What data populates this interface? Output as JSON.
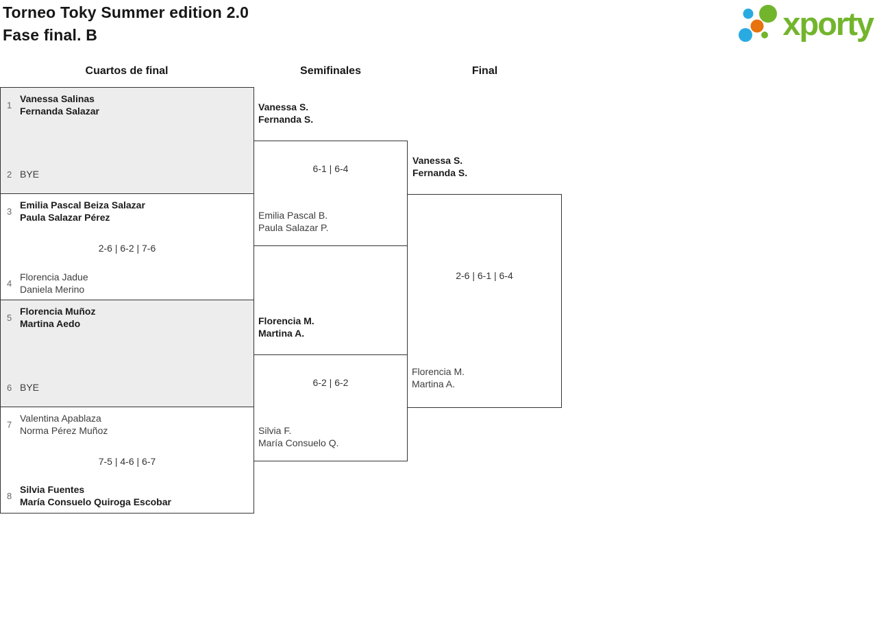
{
  "header": {
    "title_line1": "Torneo Toky Summer edition 2.0",
    "title_line2": "Fase final. B",
    "logo_text": "xporty"
  },
  "colors": {
    "logo_green": "#72b52d",
    "logo_blue": "#29abe2",
    "logo_orange": "#e8720e",
    "match_shade": "#ededed",
    "border": "#333333"
  },
  "columns": [
    {
      "label": "Cuartos de final"
    },
    {
      "label": "Semifinales"
    },
    {
      "label": "Final"
    }
  ],
  "quarterfinals": [
    {
      "top": {
        "seed": "1",
        "players": [
          "Vanessa Salinas",
          "Fernanda Salazar"
        ],
        "winner": true
      },
      "bottom": {
        "seed": "2",
        "players": [
          "BYE"
        ],
        "bye": true
      },
      "score": ""
    },
    {
      "top": {
        "seed": "3",
        "players": [
          "Emilia Pascal Beiza Salazar",
          "Paula Salazar Pérez"
        ],
        "winner": true
      },
      "bottom": {
        "seed": "4",
        "players": [
          "Florencia Jadue",
          "Daniela Merino"
        ]
      },
      "score": "2-6 | 6-2 | 7-6"
    },
    {
      "top": {
        "seed": "5",
        "players": [
          "Florencia Muñoz",
          "Martina Aedo"
        ],
        "winner": true
      },
      "bottom": {
        "seed": "6",
        "players": [
          "BYE"
        ],
        "bye": true
      },
      "score": ""
    },
    {
      "top": {
        "seed": "7",
        "players": [
          "Valentina Apablaza",
          "Norma Pérez Muñoz"
        ]
      },
      "bottom": {
        "seed": "8",
        "players": [
          "Silvia Fuentes",
          "María Consuelo Quiroga Escobar"
        ],
        "winner": true
      },
      "score": "7-5 | 4-6 | 6-7"
    }
  ],
  "semifinals": [
    {
      "top": {
        "players": [
          "Vanessa S.",
          "Fernanda S."
        ],
        "winner": true
      },
      "bottom": {
        "players": [
          "Emilia Pascal B.",
          "Paula Salazar P."
        ]
      },
      "score": "6-1 | 6-4"
    },
    {
      "top": {
        "players": [
          "Florencia M.",
          "Martina A."
        ],
        "winner": true
      },
      "bottom": {
        "players": [
          "Silvia F.",
          "María Consuelo Q."
        ]
      },
      "score": "6-2 | 6-2"
    }
  ],
  "final": [
    {
      "top": {
        "players": [
          "Vanessa S.",
          "Fernanda S."
        ],
        "winner": true
      },
      "bottom": {
        "players": [
          "Florencia M.",
          "Martina A."
        ]
      },
      "score": "2-6 | 6-1 | 6-4"
    }
  ]
}
